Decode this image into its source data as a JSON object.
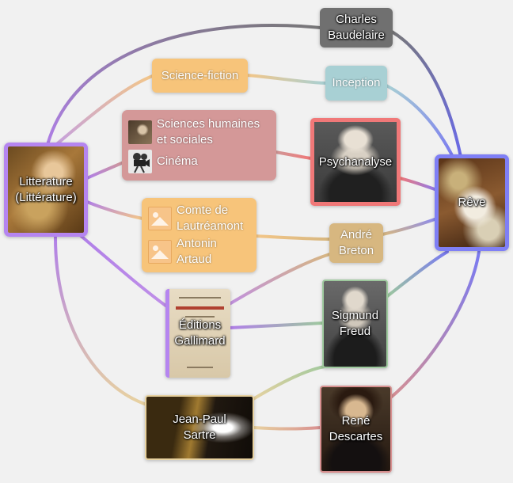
{
  "nodes": {
    "litterature": {
      "label_line1": "Litterature",
      "label_line2": "(Littérature)",
      "accent": "#b585f0"
    },
    "reve": {
      "label": "Rêve",
      "accent": "#7f7ff5"
    },
    "baudelaire": {
      "label_line1": "Charles",
      "label_line2": "Baudelaire",
      "color": "#707070"
    },
    "sciencefiction": {
      "label": "Science-fiction",
      "color": "#f7c47a"
    },
    "inception": {
      "label": "Inception",
      "color": "#a8d0d4"
    },
    "psychanalyse": {
      "label": "Psychanalyse",
      "border": "#f07878"
    },
    "breton": {
      "label_line1": "André",
      "label_line2": "Breton",
      "color": "#d7b780"
    },
    "gallimard": {
      "label_line1": "Éditions",
      "label_line2": "Gallimard",
      "accent": "#b585f0"
    },
    "freud": {
      "label_line1": "Sigmund",
      "label_line2": "Freud",
      "border": "#9ec99e"
    },
    "sartre": {
      "label_line1": "Jean-Paul",
      "label_line2": "Sartre",
      "border": "#e8d2a0"
    },
    "descartes": {
      "label_line1": "René",
      "label_line2": "Descartes",
      "border": "#d89090"
    }
  },
  "groups": {
    "sciences": {
      "color": "#d49898",
      "items": [
        {
          "label_line1": "Sciences humaines",
          "label_line2": "et sociales",
          "icon": "portrait-thumbnail-icon"
        },
        {
          "label": "Cinéma",
          "icon": "film-camera-thumbnail-icon"
        }
      ]
    },
    "authors": {
      "color": "#f7c47a",
      "items": [
        {
          "label_line1": "Comte de",
          "label_line2": "Lautréamont",
          "icon": "image-placeholder-icon"
        },
        {
          "label_line1": "Antonin",
          "label_line2": "Artaud",
          "icon": "image-placeholder-icon"
        }
      ]
    }
  }
}
